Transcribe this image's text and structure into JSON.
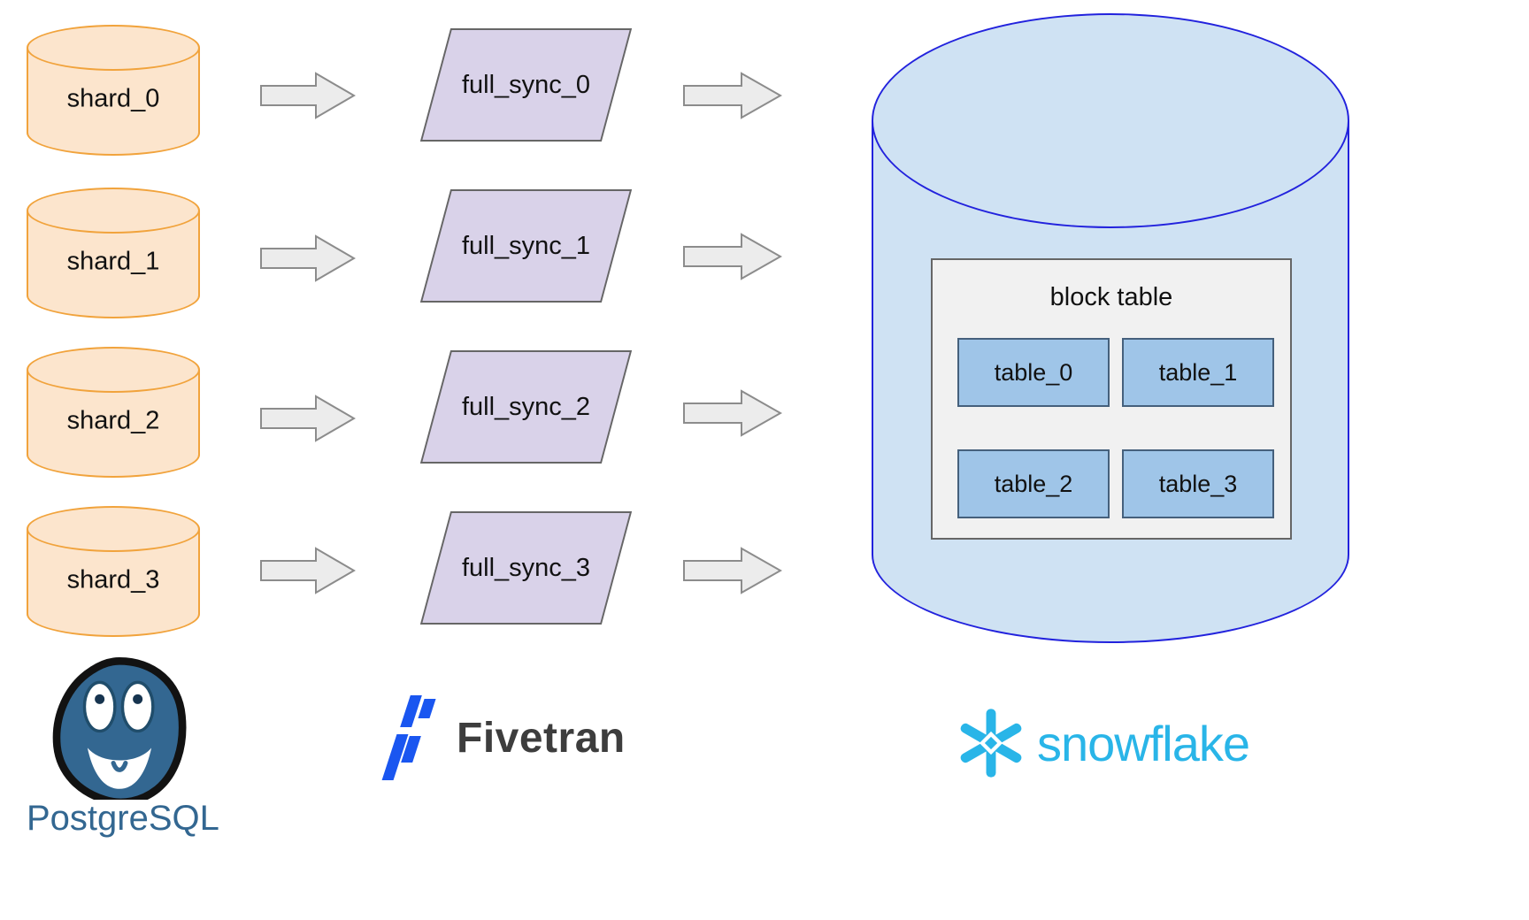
{
  "diagram": {
    "shards": [
      {
        "label": "shard_0"
      },
      {
        "label": "shard_1"
      },
      {
        "label": "shard_2"
      },
      {
        "label": "shard_3"
      }
    ],
    "syncs": [
      {
        "label": "full_sync_0"
      },
      {
        "label": "full_sync_1"
      },
      {
        "label": "full_sync_2"
      },
      {
        "label": "full_sync_3"
      }
    ],
    "warehouse": {
      "block_table_title": "block table",
      "tables": [
        {
          "label": "table_0"
        },
        {
          "label": "table_1"
        },
        {
          "label": "table_2"
        },
        {
          "label": "table_3"
        }
      ]
    },
    "logos": {
      "postgresql": "PostgreSQL",
      "fivetran": "Fivetran",
      "snowflake": "snowflake"
    },
    "colors": {
      "shard_fill": "#fce5cd",
      "shard_stroke": "#f1a33c",
      "sync_fill": "#d9d2e9",
      "sync_stroke": "#666666",
      "warehouse_fill": "#cfe2f3",
      "warehouse_stroke": "#2222dd",
      "table_fill": "#9fc5e8",
      "block_table_fill": "#f1f1f1",
      "arrow_fill": "#ececec",
      "arrow_stroke": "#8c8c8c",
      "postgres_blue": "#336791",
      "fivetran_blue": "#1a56f0",
      "snowflake_cyan": "#29b5e8"
    }
  }
}
